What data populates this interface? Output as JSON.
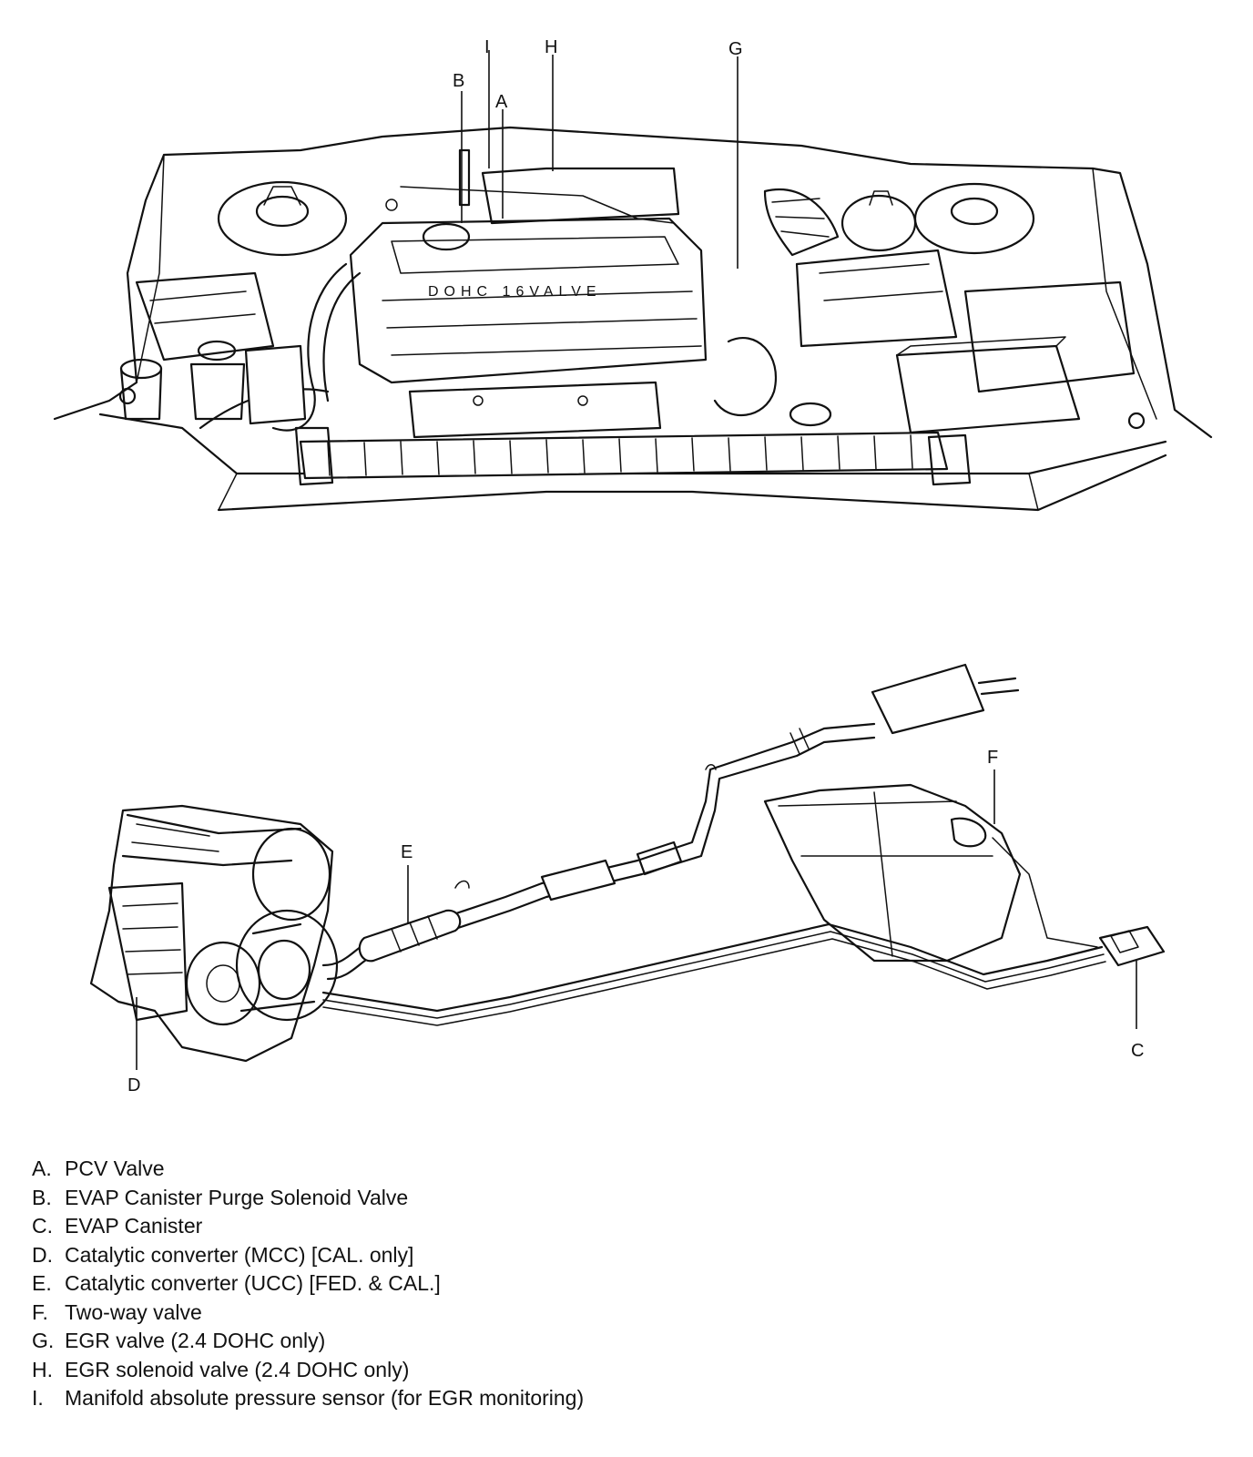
{
  "callouts": {
    "A": "A",
    "B": "B",
    "C": "C",
    "D": "D",
    "E": "E",
    "F": "F",
    "G": "G",
    "H": "H",
    "I": "I"
  },
  "legend": [
    {
      "letter": "A.",
      "text": "PCV Valve"
    },
    {
      "letter": "B.",
      "text": "EVAP Canister Purge Solenoid Valve"
    },
    {
      "letter": "C.",
      "text": "EVAP Canister"
    },
    {
      "letter": "D.",
      "text": "Catalytic converter (MCC) [CAL. only]"
    },
    {
      "letter": "E.",
      "text": "Catalytic converter (UCC) [FED. & CAL.]"
    },
    {
      "letter": "F.",
      "text": "Two-way valve"
    },
    {
      "letter": "G.",
      "text": "EGR valve (2.4 DOHC only)"
    },
    {
      "letter": "H.",
      "text": "EGR solenoid valve (2.4 DOHC only)"
    },
    {
      "letter": "I.",
      "text": "Manifold absolute pressure sensor (for EGR monitoring)"
    }
  ]
}
